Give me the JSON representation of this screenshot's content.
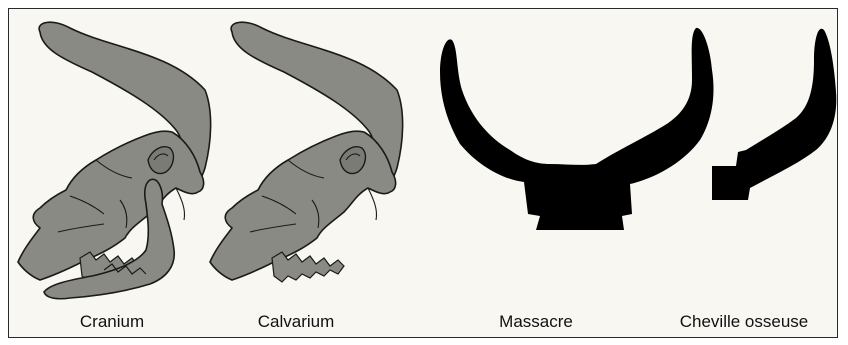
{
  "panels": [
    {
      "id": "cranium",
      "label": "Cranium"
    },
    {
      "id": "calvarium",
      "label": "Calvarium"
    },
    {
      "id": "massacre",
      "label": "Massacre"
    },
    {
      "id": "cheville",
      "label": "Cheville osseuse"
    }
  ],
  "colors": {
    "bone_fill": "#8a8a85",
    "bone_outline": "#1a1a1a",
    "silhouette": "#000000",
    "background": "#f8f7f2"
  }
}
